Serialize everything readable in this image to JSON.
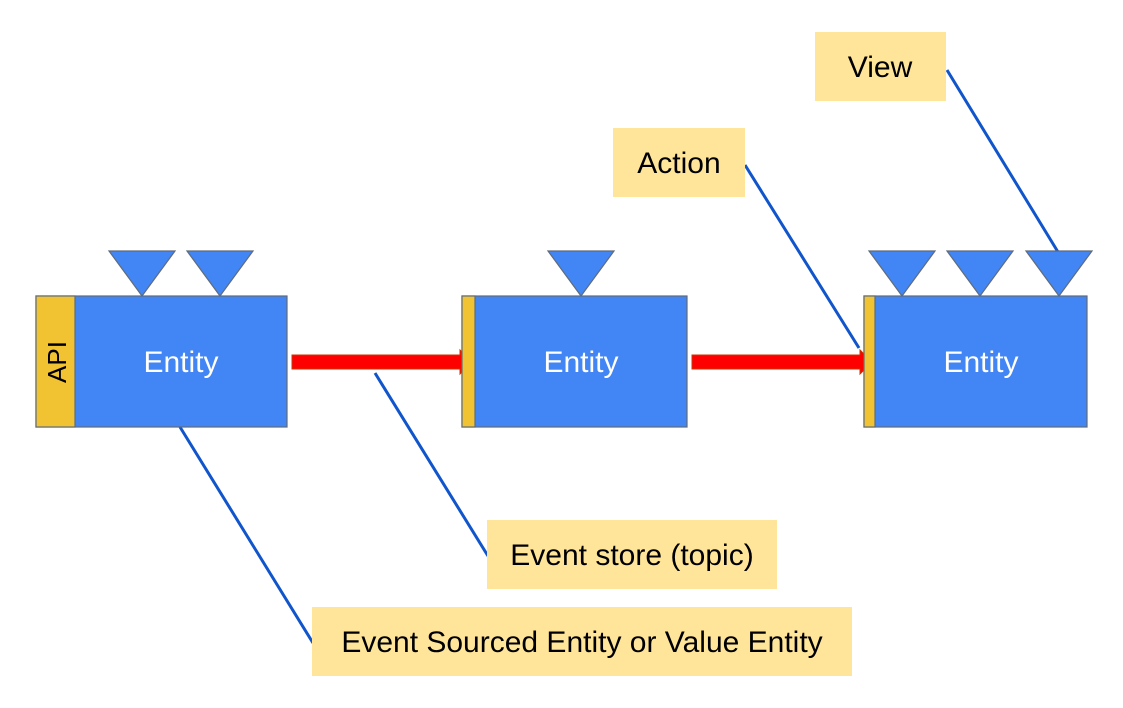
{
  "colors": {
    "entity_fill": "#4285f4",
    "entity_stroke": "#5f6b7a",
    "api_fill": "#f1c232",
    "callout_fill": "#ffe599",
    "arrow_fill": "#ff0000",
    "arrow_stroke": "#cc3300",
    "leader_line": "#1155cc",
    "text_on_entity": "#ffffff",
    "text_on_callout": "#000000"
  },
  "entities": [
    {
      "label": "Entity",
      "api_label": "API"
    },
    {
      "label": "Entity"
    },
    {
      "label": "Entity"
    }
  ],
  "callouts": {
    "view": "View",
    "action": "Action",
    "event_store": "Event store (topic)",
    "entity": "Event Sourced Entity or Value Entity"
  },
  "icons": {
    "action_marker": "triangle-down-icon",
    "event_flow": "red-arrow-icon"
  }
}
